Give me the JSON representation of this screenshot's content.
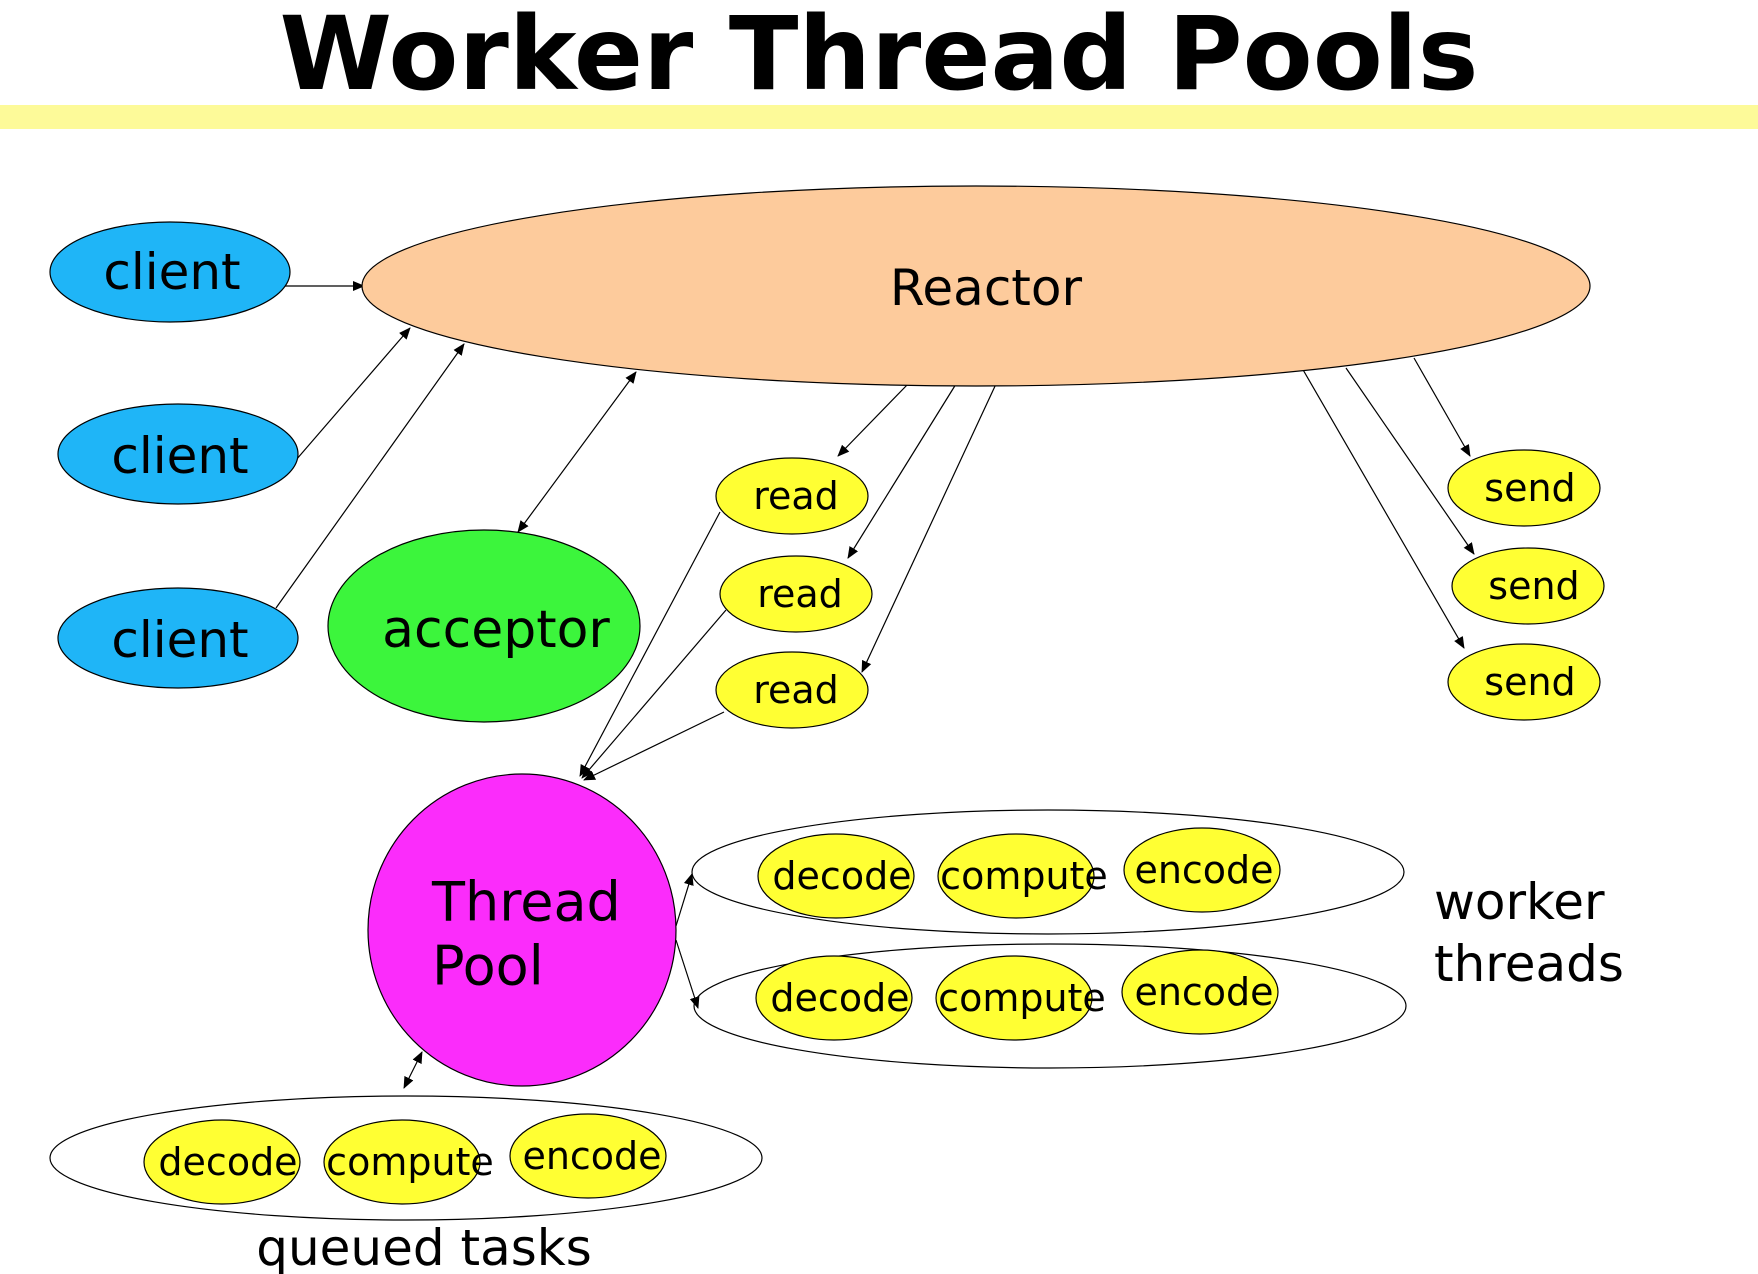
{
  "title": "Worker Thread Pools",
  "colors": {
    "title_bar": "#fdfa99",
    "client": "#1fb5f7",
    "reactor": "#fdcb9c",
    "acceptor": "#3cf53c",
    "handler": "#ffff33",
    "thread_pool": "#fb2cfb"
  },
  "nodes": {
    "reactor": "Reactor",
    "clients": [
      "client",
      "client",
      "client"
    ],
    "acceptor": "acceptor",
    "reads": [
      "read",
      "read",
      "read"
    ],
    "sends": [
      "send",
      "send",
      "send"
    ],
    "thread_pool": [
      "Thread",
      "Pool"
    ]
  },
  "worker_threads": {
    "label": [
      "worker",
      "threads"
    ],
    "rows": [
      [
        "decode",
        "compute",
        "encode"
      ],
      [
        "decode",
        "compute",
        "encode"
      ]
    ]
  },
  "queued_tasks": {
    "label": "queued tasks",
    "items": [
      "decode",
      "compute",
      "encode"
    ]
  }
}
